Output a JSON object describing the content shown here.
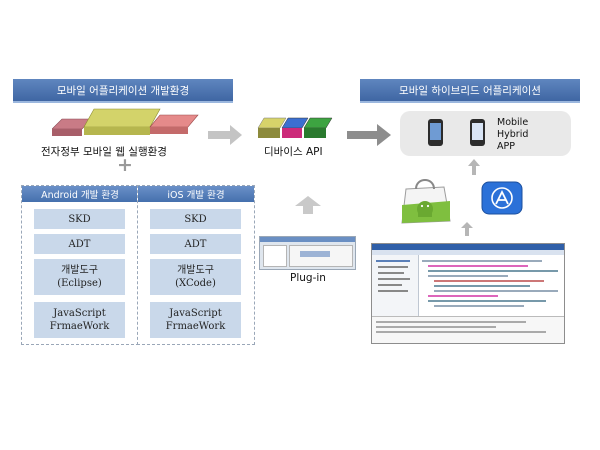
{
  "left_section": {
    "banner": "모바일  어플리케이션 개발환경",
    "runtime_caption": "전자정부 모바일 웹 실행환경",
    "plus_sign": "+"
  },
  "api": {
    "caption": "디바이스 API"
  },
  "right_section": {
    "banner": "모바일 하이브리드 어플리케이션",
    "hybrid_label": [
      "Mobile",
      "Hybrid",
      "APP"
    ]
  },
  "plugin": {
    "caption": "Plug-in"
  },
  "android": {
    "header": "Android 개발 환경",
    "items": [
      {
        "line1": "SKD",
        "line2": ""
      },
      {
        "line1": "ADT",
        "line2": ""
      },
      {
        "line1": "개발도구",
        "line2": "(Eclipse)"
      },
      {
        "line1": "JavaScript",
        "line2": "FrmaeWork"
      }
    ]
  },
  "ios": {
    "header": "iOS 개발 환경",
    "items": [
      {
        "line1": "SKD",
        "line2": ""
      },
      {
        "line1": "ADT",
        "line2": ""
      },
      {
        "line1": "개발도구",
        "line2": "(XCode)"
      },
      {
        "line1": "JavaScript",
        "line2": "FrmaeWork"
      }
    ]
  },
  "colors": {
    "banner": "#4a70ad",
    "box_fill": "#c9d8ea",
    "arrow": "#bdbdbd",
    "panel": "#e9e9e9"
  },
  "icons": [
    "android-market-bag-icon",
    "app-store-icon",
    "phone-icon",
    "ide-screenshot",
    "plugin-screenshot"
  ]
}
